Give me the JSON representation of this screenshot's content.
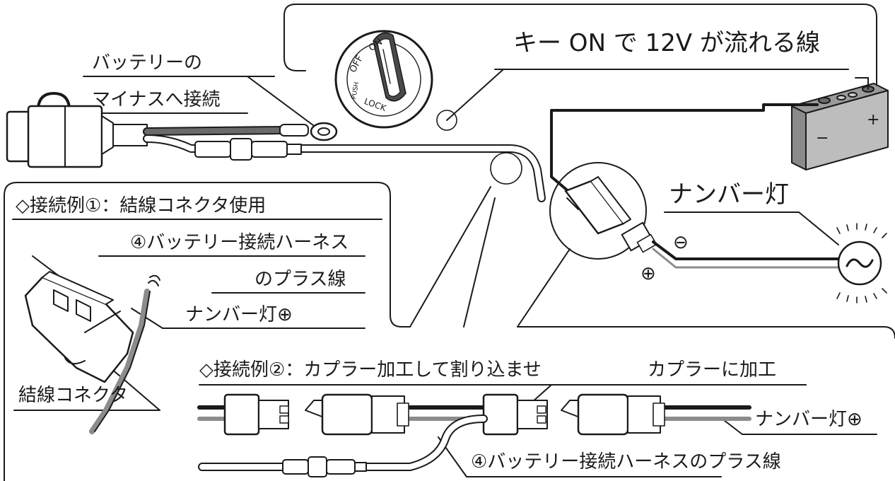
{
  "labels": {
    "battery_minus_line1": "バッテリーの",
    "battery_minus_line2": "マイナスへ接続",
    "key_on_wire": "キー ON で 12V が流れる線",
    "number_light": "ナンバー灯",
    "minus_sign": "⊖",
    "plus_sign": "⊕",
    "example1_title": "◇接続例①：結線コネクタ使用",
    "example1_harness_line1": "④バッテリー接続ハーネス",
    "example1_harness_line2": "のプラス線",
    "example1_number_light_plus": "ナンバー灯⊕",
    "example1_connector": "結線コネクタ",
    "example2_title": "◇接続例②：カプラー加工して割り込ませ",
    "example2_coupler_mod": "カプラーに加工",
    "example2_number_light_plus": "ナンバー灯⊕",
    "example2_harness_plus": "④バッテリー接続ハーネスのプラス線"
  },
  "battery_terminals": {
    "minus": "−",
    "plus": "+"
  },
  "switch_labels": {
    "off": "OFF",
    "on": "ON",
    "push": "PUSH",
    "lock": "LOCK"
  },
  "colors": {
    "line": "#1a1a1a",
    "wire_black": "#1a1a1a",
    "wire_gray": "#8c8c8c",
    "battery_body": "#bdbdbd",
    "battery_top": "#9a9a9a",
    "part_fill": "#ffffff"
  },
  "icons": [
    "ignition-key-icon",
    "battery-icon",
    "bulb-icon",
    "connector-icon",
    "terminal-ring-icon"
  ]
}
